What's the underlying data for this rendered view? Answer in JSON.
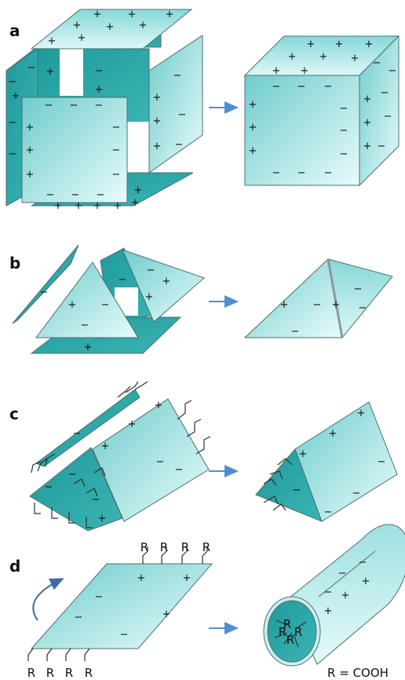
{
  "panels": [
    {
      "letter": "a"
    },
    {
      "letter": "b"
    },
    {
      "letter": "c"
    },
    {
      "letter": "d"
    }
  ],
  "signs": {
    "plus": "+",
    "minus": "−"
  },
  "group_label": "R",
  "formula_note": "R = COOH",
  "colors": {
    "sheet_light": "#c8efef",
    "sheet_mid": "#7ed3d3",
    "sheet_dark": "#2aa6a6",
    "arrow": "#4f8fd0",
    "curl_arrow": "#3b6e9c"
  }
}
